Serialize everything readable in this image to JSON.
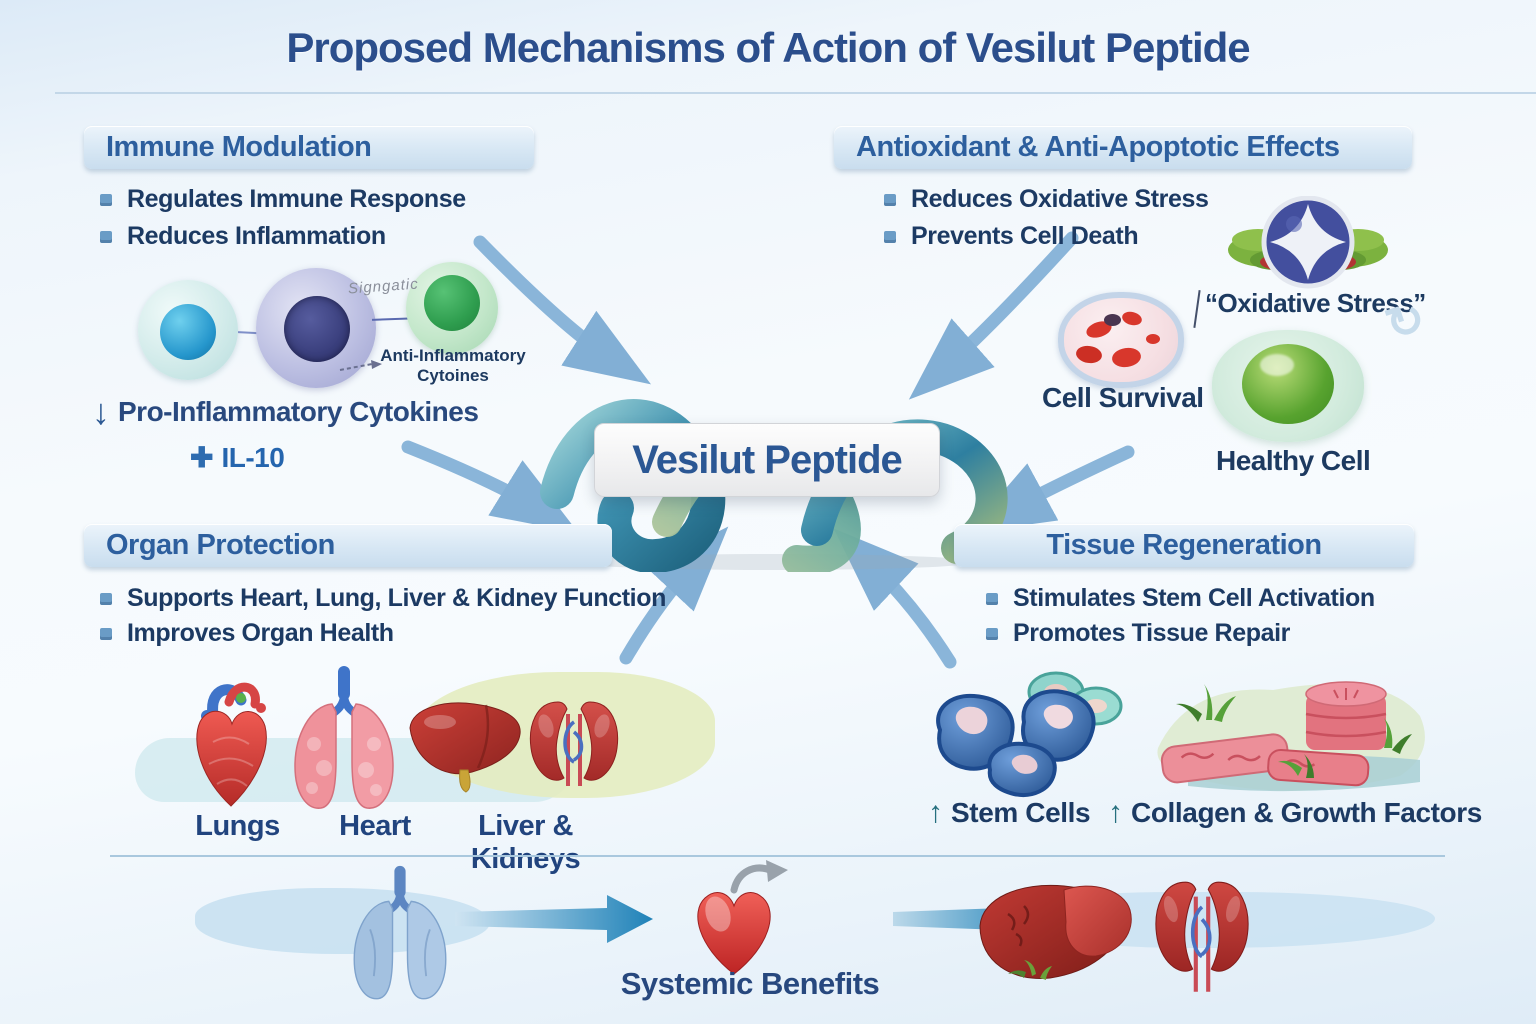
{
  "title": "Proposed Mechanisms of Action of Vesilut Peptide",
  "center": {
    "label": "Vesilut Peptide"
  },
  "icons": {
    "decrease": "↓",
    "increase": "↑",
    "plus": "✚",
    "recycle": "↻"
  },
  "quadrants": {
    "immune": {
      "header": "Immune Modulation",
      "bullets": [
        "Regulates Immune Response",
        "Reduces Inflammation"
      ],
      "cell_note": "Signgatic",
      "cytokines_label": "Anti-Inflammatory Cytoines",
      "down_item": "Pro-Inflammatory Cytokines",
      "plus_item": "IL-10"
    },
    "antioxidant": {
      "header": "Antioxidant & Anti-Apoptotic Effects",
      "bullets": [
        "Reduces Oxidative Stress",
        "Prevents Cell Death"
      ],
      "oxidative_label": "“Oxidative Stress”",
      "cell_survival_label": "Cell Survival",
      "healthy_cell_label": "Healthy Cell"
    },
    "organ": {
      "header": "Organ Protection",
      "bullets": [
        "Supports Heart, Lung, Liver & Kidney Function",
        "Improves Organ Health"
      ],
      "labels": [
        "Lungs",
        "Heart",
        "Liver & Kidneys"
      ]
    },
    "tissue": {
      "header": "Tissue Regeneration",
      "bullets": [
        "Stimulates Stem Cell Activation",
        "Promotes Tissue Repair"
      ],
      "stem_label": "Stem Cells",
      "collagen_label": "Collagen & Growth Factors"
    }
  },
  "footer": {
    "label": "Systemic Benefits"
  },
  "colors": {
    "title_text": "#2b4e8c",
    "header_text": "#2d5f9e",
    "body_text": "#1c3a63",
    "header_bg": "#d7e7f4",
    "arrow_blue": "#85b2d8",
    "teal_accent": "#256f7e",
    "ribbon_teal": "#3c8fae",
    "organ_red": "#c13a34"
  }
}
